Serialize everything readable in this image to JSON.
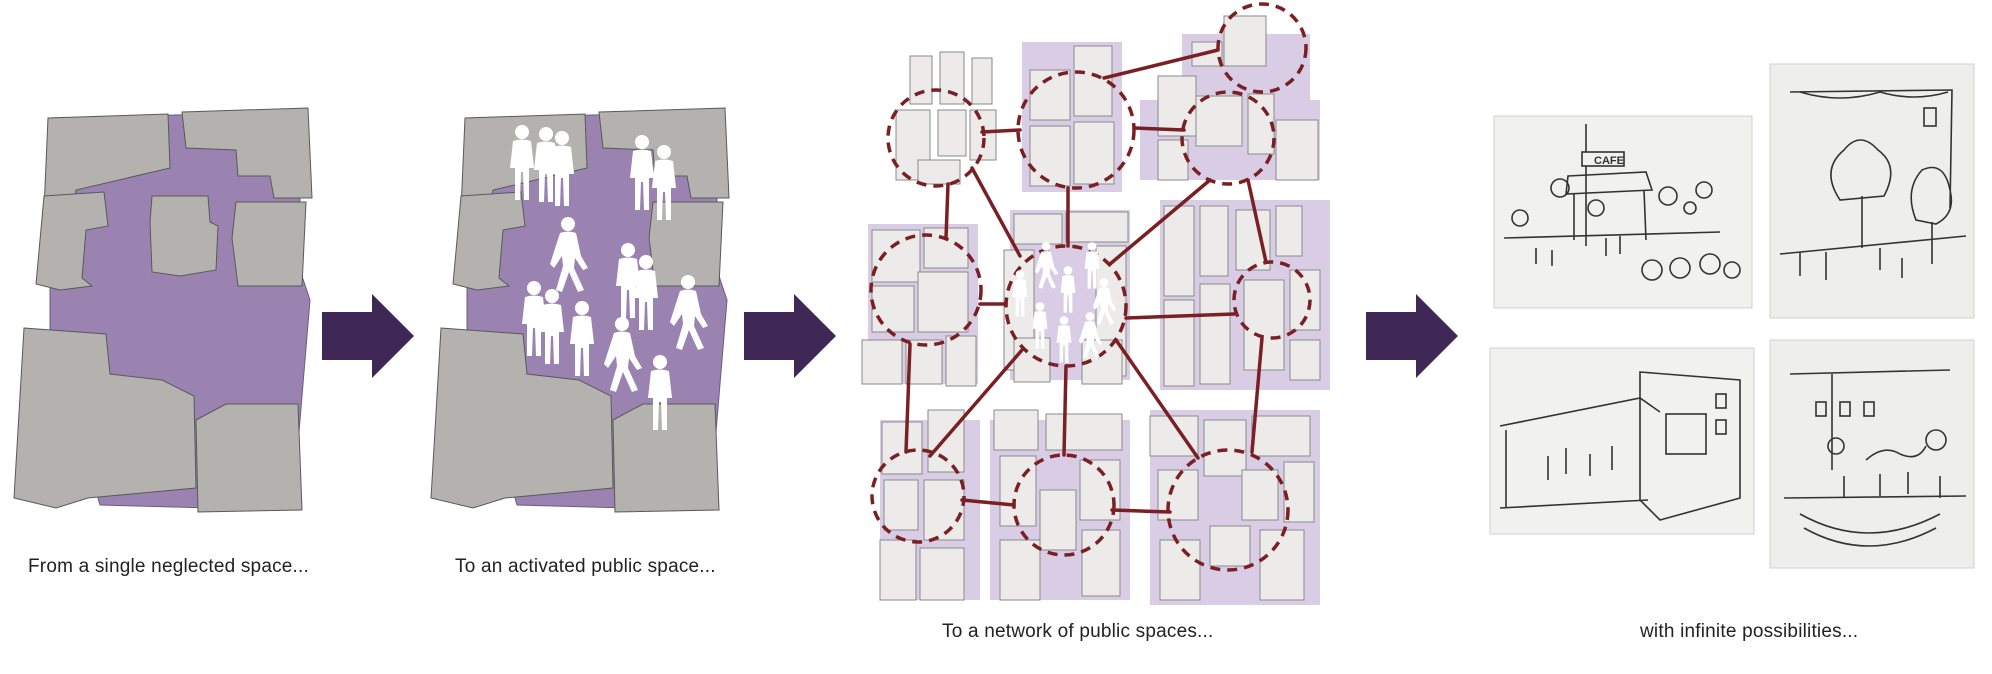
{
  "colors": {
    "purple_space": "#9a83b1",
    "purple_light": "#d9cde6",
    "building_gray": "#b3b2ae",
    "building_light": "#ecebea",
    "arrow": "#3f2855",
    "link": "#7a1f24",
    "sketch_paper": "#f1f1ef",
    "sketch_ink": "#333333"
  },
  "captions": {
    "step1": "From a single neglected space...",
    "step2": "To an activated public space...",
    "step3": "To a network of public spaces...",
    "step4": "with infinite possibilities..."
  },
  "sketches": {
    "cafe_sign": "CAFE"
  },
  "icons": [
    "arrow-right-icon",
    "person-silhouette-icon"
  ]
}
